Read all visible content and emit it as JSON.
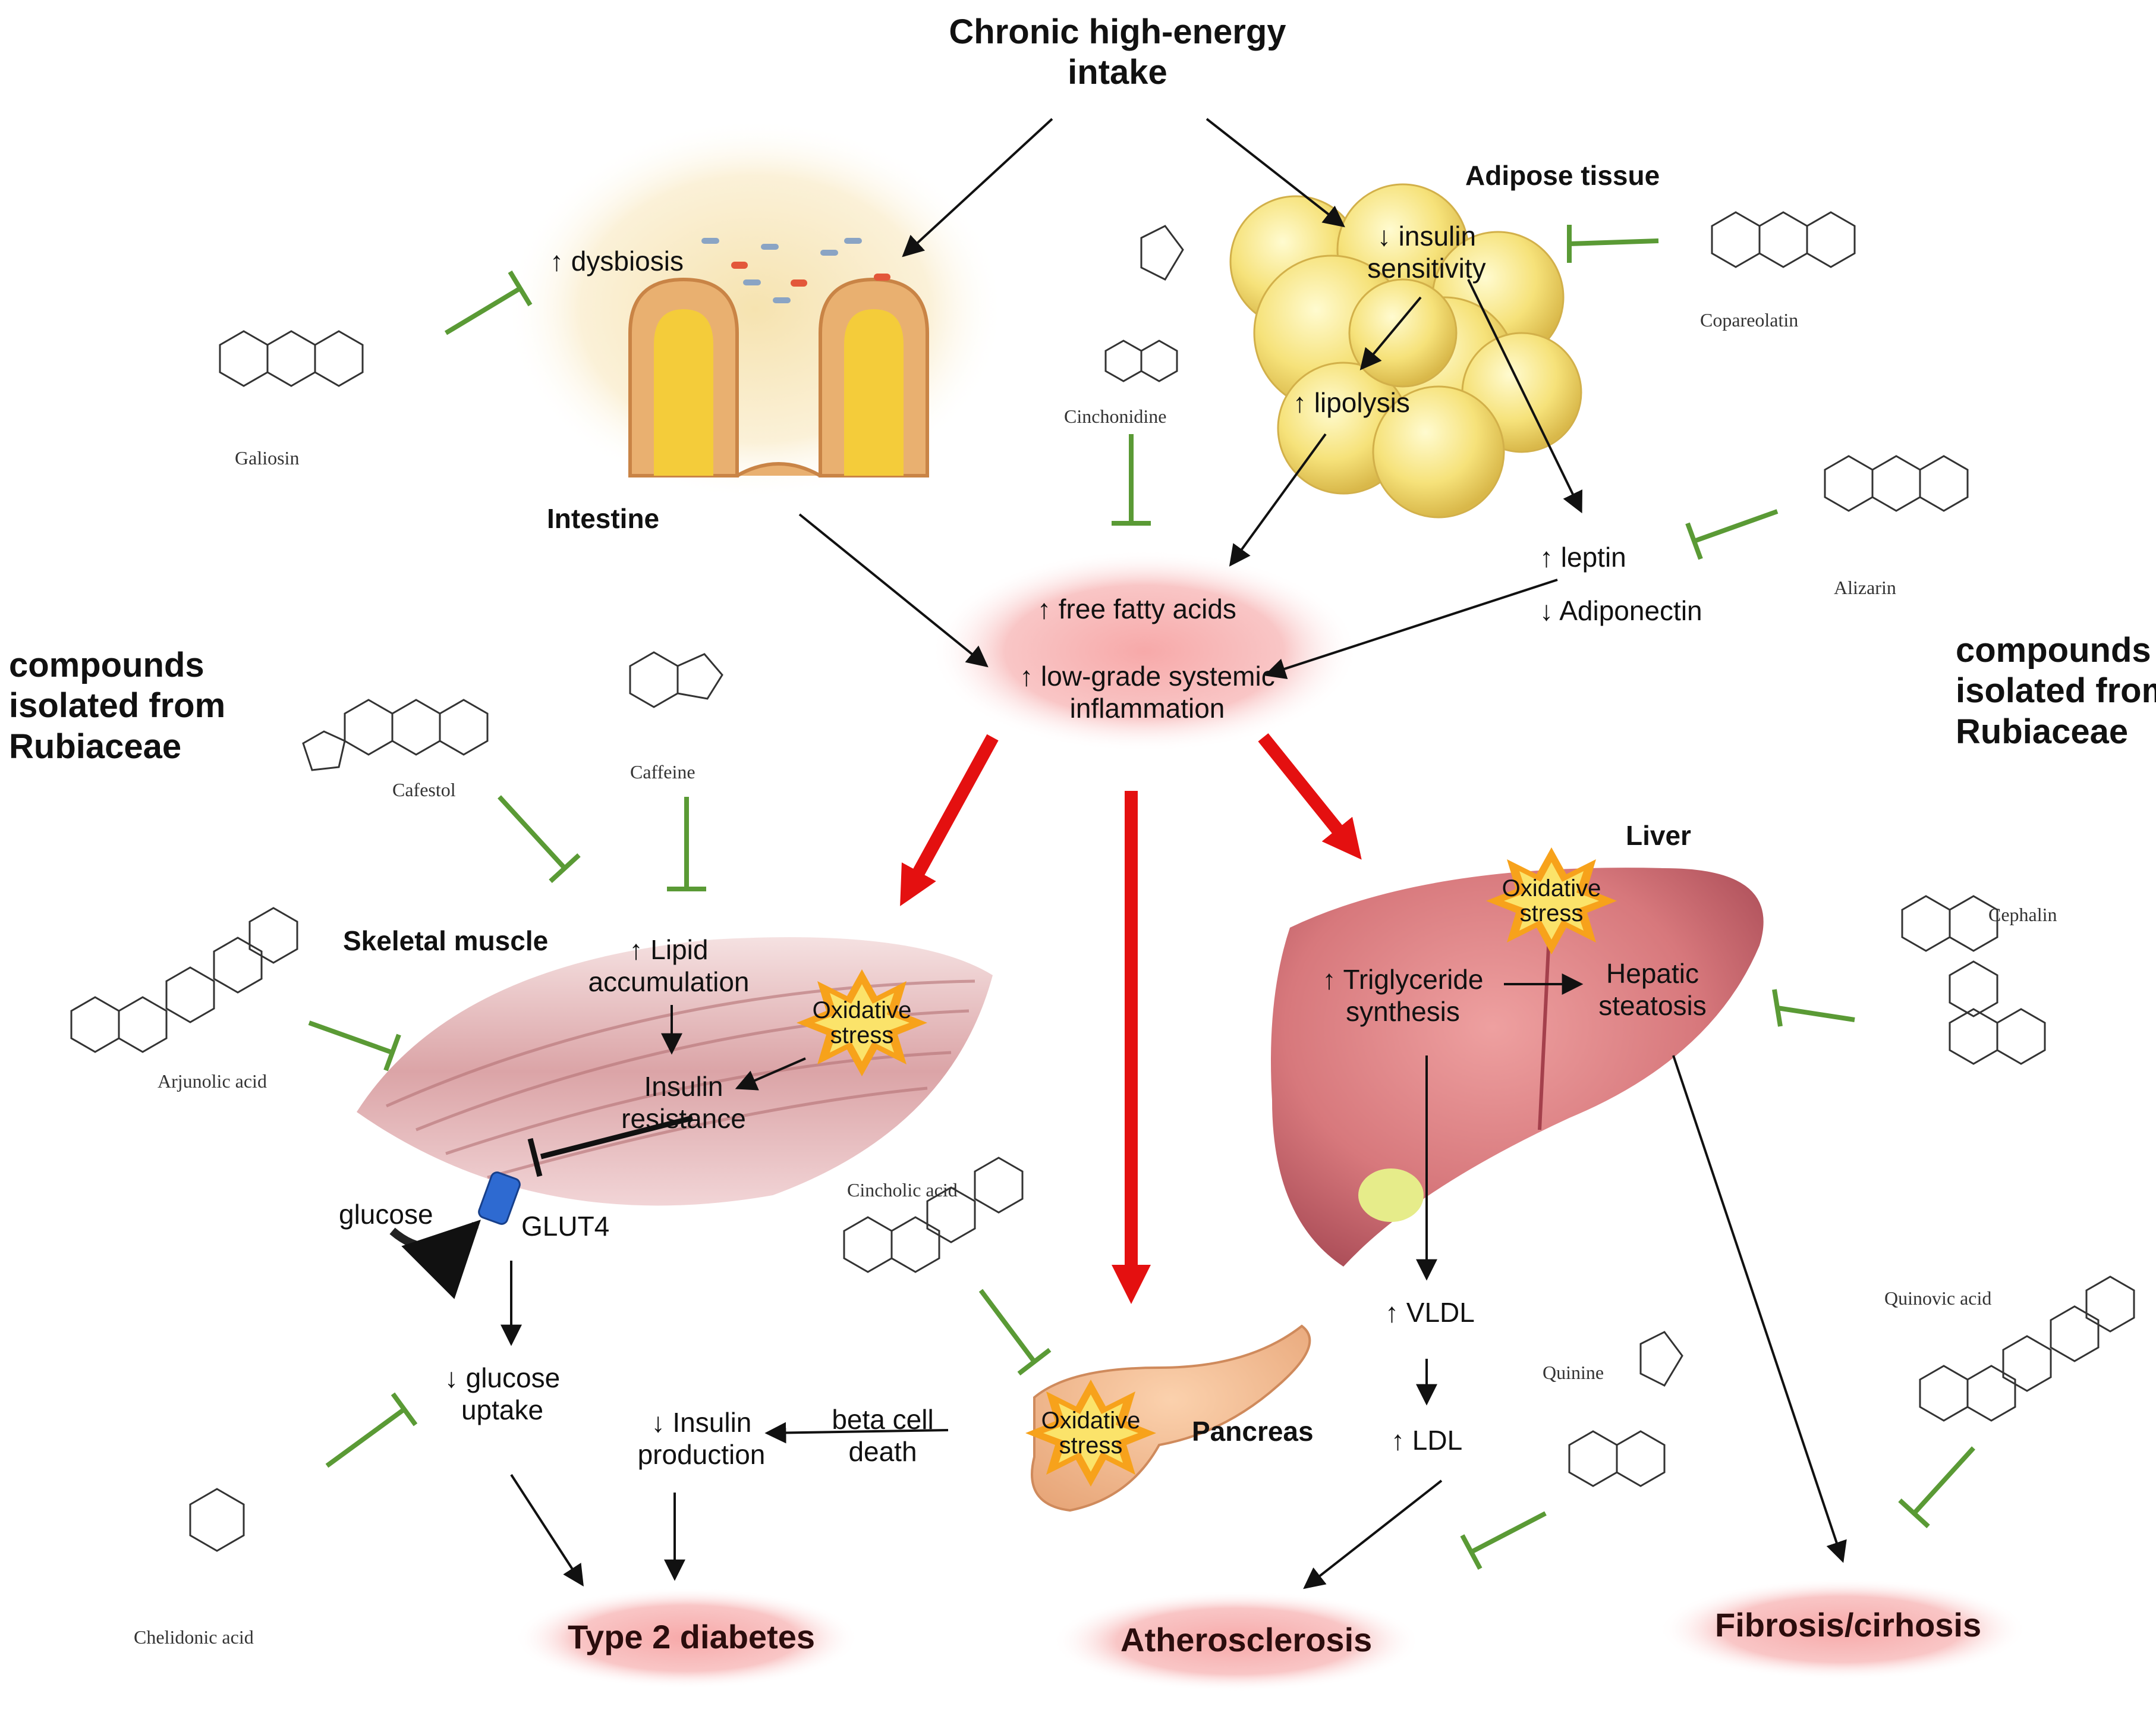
{
  "title": {
    "line1": "Chronic high-energy",
    "line2": "intake"
  },
  "side_labels": {
    "left": {
      "line1": "compounds",
      "line2": "isolated from",
      "line3": "Rubiaceae"
    },
    "right": {
      "line1": "compounds",
      "line2": "isolated from",
      "line3": "Rubiaceae"
    }
  },
  "organs": {
    "intestine": "Intestine",
    "adipose": "Adipose tissue",
    "skeletal_muscle": "Skeletal muscle",
    "liver": "Liver",
    "pancreas": "Pancreas"
  },
  "nodes": {
    "dysbiosis": "↑ dysbiosis",
    "insulin_sensitivity": {
      "line1": "↓ insulin",
      "line2": "sensitivity"
    },
    "lipolysis": "↑ lipolysis",
    "leptin": "↑ leptin",
    "adiponectin": "↓ Adiponectin",
    "ffa": "↑ free fatty acids",
    "inflammation": {
      "line1": "↑ low-grade systemic",
      "line2": "inflammation"
    },
    "lipid_accumulation": {
      "line1": "↑ Lipid",
      "line2": "accumulation"
    },
    "insulin_resistance": {
      "line1": "Insulin",
      "line2": "resistance"
    },
    "glucose": "glucose",
    "glut4": "GLUT4",
    "glucose_uptake": {
      "line1": "↓ glucose",
      "line2": "uptake"
    },
    "insulin_production": {
      "line1": "↓ Insulin",
      "line2": "production"
    },
    "beta_cell_death": {
      "line1": "beta cell",
      "line2": "death"
    },
    "triglyceride": {
      "line1": "↑ Triglyceride",
      "line2": "synthesis"
    },
    "hepatic_steatosis": {
      "line1": "Hepatic",
      "line2": "steatosis"
    },
    "vldl": "↑ VLDL",
    "ldl": "↑ LDL",
    "oxidative_stress": {
      "line1": "Oxidative",
      "line2": "stress"
    }
  },
  "outcomes": {
    "t2d": "Type 2 diabetes",
    "atherosclerosis": "Atherosclerosis",
    "fibrosis": "Fibrosis/cirhosis"
  },
  "compounds": {
    "galiosin": "Galiosin",
    "cinchonidine": "Cinchonidine",
    "copareolatin": "Copareolatin",
    "alizarin": "Alizarin",
    "cafestol": "Cafestol",
    "caffeine": "Caffeine",
    "arjunolic_acid": "Arjunolic acid",
    "cincholic_acid": "Cincholic acid",
    "cephalin": "Cephalin",
    "quinovic_acid": "Quinovic acid",
    "quinine": "Quinine",
    "chelidonic_acid": "Chelidonic acid"
  },
  "colors": {
    "inhibit_green": "#5a9a35",
    "red_arrow": "#e41010",
    "pink_glow": "#f6b8b8",
    "oxidative_orange": "#f7a21b"
  }
}
